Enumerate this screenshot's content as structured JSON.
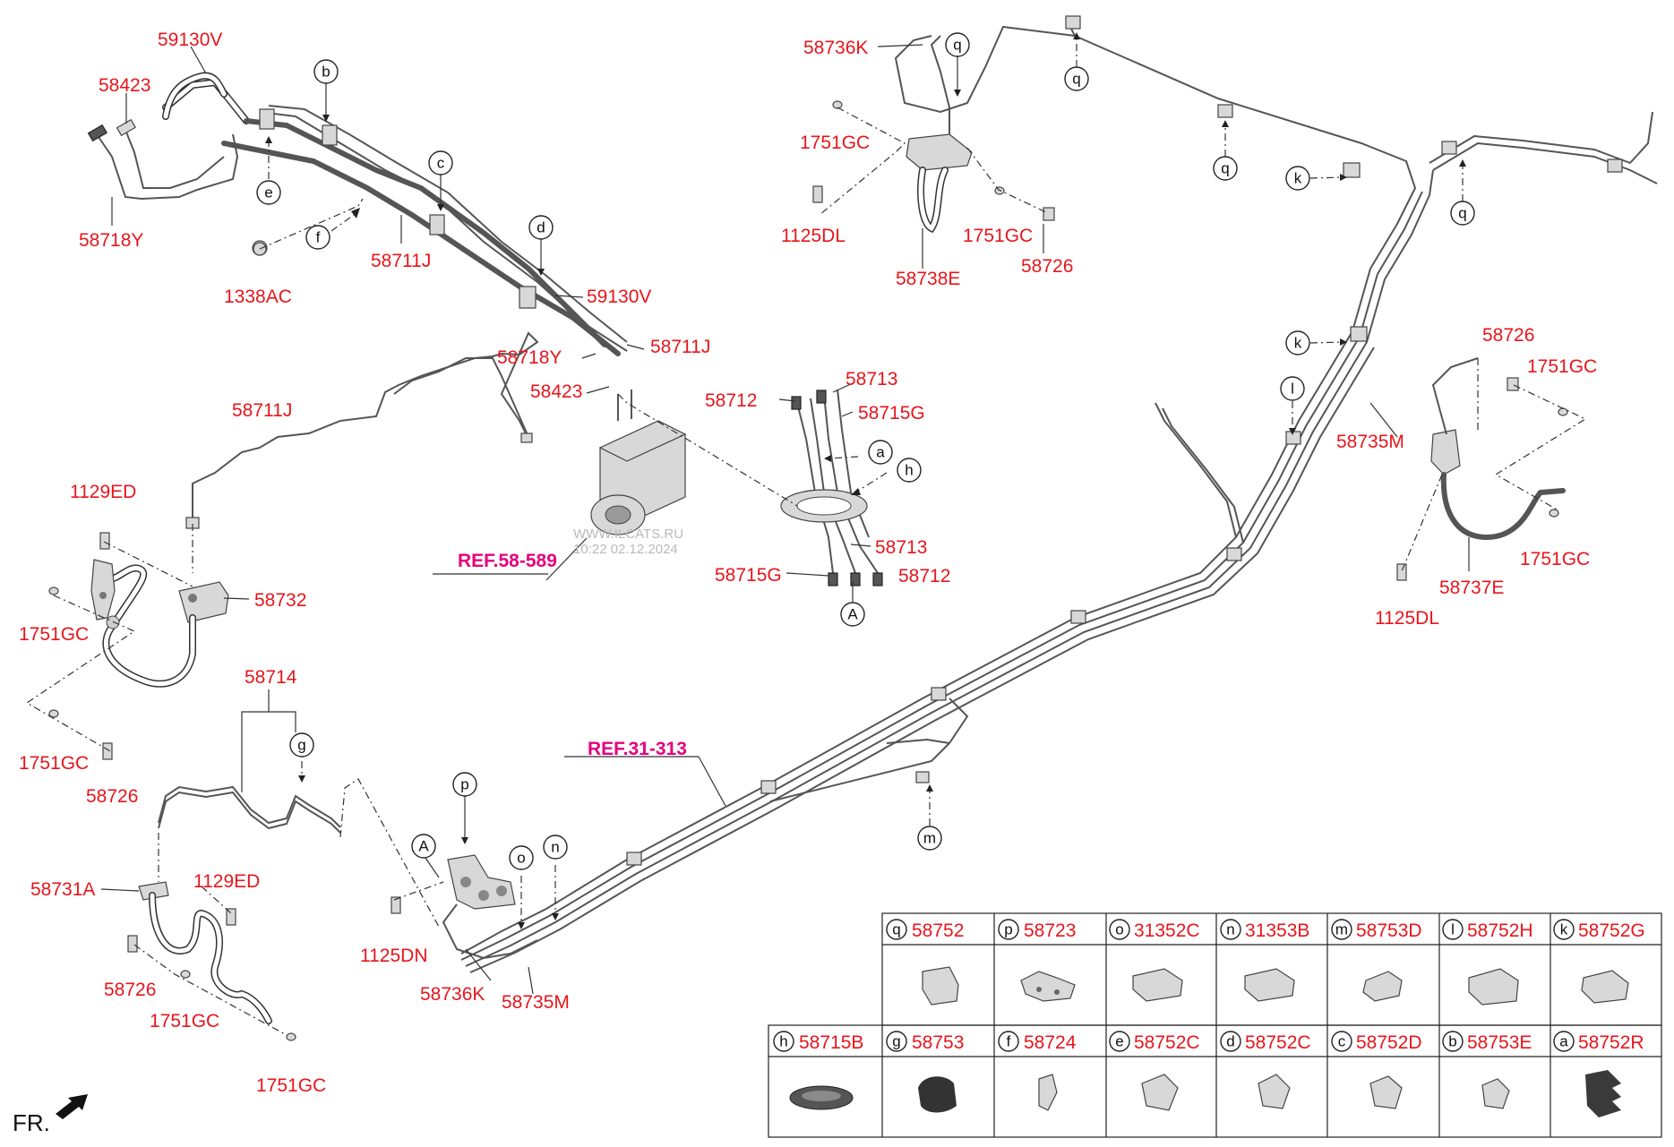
{
  "labels": {
    "l_59130V_a": "59130V",
    "l_58423_a": "58423",
    "l_58718Y_a": "58718Y",
    "l_1338AC": "1338AC",
    "l_58711J_a": "58711J",
    "l_59130V_b": "59130V",
    "l_58718Y_b": "58718Y",
    "l_58711J_b": "58711J",
    "l_58423_b": "58423",
    "l_58711J_c": "58711J",
    "l_1129ED_a": "1129ED",
    "l_58732": "58732",
    "l_1751GC_a": "1751GC",
    "l_1751GC_b": "1751GC",
    "l_58726_a": "58726",
    "l_58714": "58714",
    "l_58731A": "58731A",
    "l_1129ED_b": "1129ED",
    "l_58726_b": "58726",
    "l_1751GC_c": "1751GC",
    "l_1751GC_d": "1751GC",
    "l_58712_a": "58712",
    "l_58713_a": "58713",
    "l_58715G_a": "58715G",
    "l_58713_b": "58713",
    "l_58715G_b": "58715G",
    "l_58712_b": "58712",
    "l_58736K_a": "58736K",
    "l_1751GC_e": "1751GC",
    "l_1125DL_a": "1125DL",
    "l_1751GC_f": "1751GC",
    "l_58726_c": "58726",
    "l_58738E": "58738E",
    "l_58726_d": "58726",
    "l_1751GC_g": "1751GC",
    "l_58735M_a": "58735M",
    "l_1751GC_h": "1751GC",
    "l_58737E": "58737E",
    "l_1125DL_b": "1125DL",
    "l_1125DN": "1125DN",
    "l_58736K_b": "58736K",
    "l_58735M_b": "58735M"
  },
  "refs": {
    "ref_58_589": "REF.58-589",
    "ref_31_313": "REF.31-313"
  },
  "callouts": {
    "b": "b",
    "c": "c",
    "d": "d",
    "e": "e",
    "f": "f",
    "q1": "q",
    "q2": "q",
    "q3": "q",
    "q4": "q",
    "k1": "k",
    "k2": "k",
    "l": "l",
    "m": "m",
    "a": "a",
    "h": "h",
    "A1": "A",
    "A2": "A",
    "g": "g",
    "p": "p",
    "o": "o",
    "n": "n"
  },
  "watermark": {
    "line1": "WWW.ILCATS.RU",
    "line2": "10:22 02.12.2024"
  },
  "orientation": "FR.",
  "parts_table": {
    "row1": [
      {
        "letter": "q",
        "part": "58752"
      },
      {
        "letter": "p",
        "part": "58723"
      },
      {
        "letter": "o",
        "part": "31352C"
      },
      {
        "letter": "n",
        "part": "31353B"
      },
      {
        "letter": "m",
        "part": "58753D"
      },
      {
        "letter": "l",
        "part": "58752H"
      },
      {
        "letter": "k",
        "part": "58752G"
      }
    ],
    "row2": [
      {
        "letter": "h",
        "part": "58715B"
      },
      {
        "letter": "g",
        "part": "58753"
      },
      {
        "letter": "f",
        "part": "58724"
      },
      {
        "letter": "e",
        "part": "58752C"
      },
      {
        "letter": "d",
        "part": "58752C"
      },
      {
        "letter": "c",
        "part": "58752D"
      },
      {
        "letter": "b",
        "part": "58753E"
      },
      {
        "letter": "a",
        "part": "58752R"
      }
    ]
  },
  "colors": {
    "label": "#e8151b",
    "reference": "#e5007e",
    "line": "#333333"
  }
}
